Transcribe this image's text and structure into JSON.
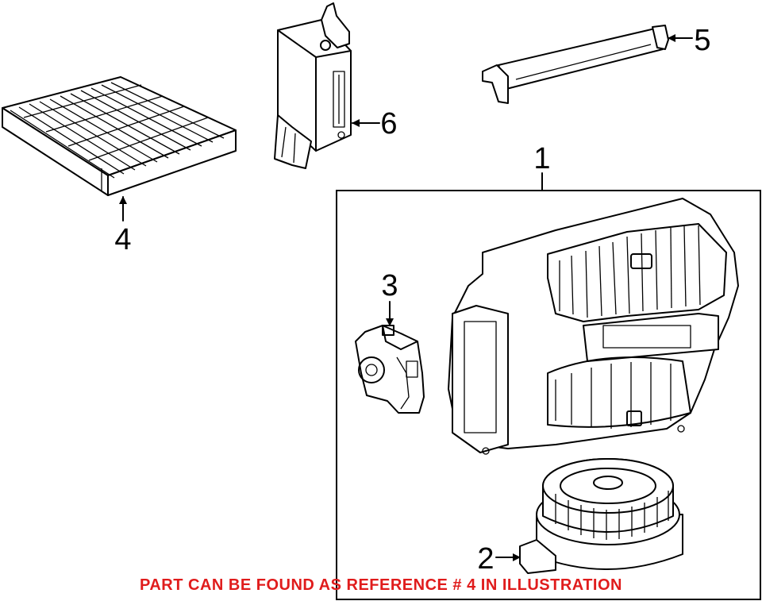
{
  "callouts": {
    "part1": "1",
    "part2": "2",
    "part3": "3",
    "part4": "4",
    "part5": "5",
    "part6": "6"
  },
  "note": {
    "text": "PART CAN BE FOUND AS REFERENCE # 4 IN ILLUSTRATION",
    "color": "#e01c1c"
  }
}
